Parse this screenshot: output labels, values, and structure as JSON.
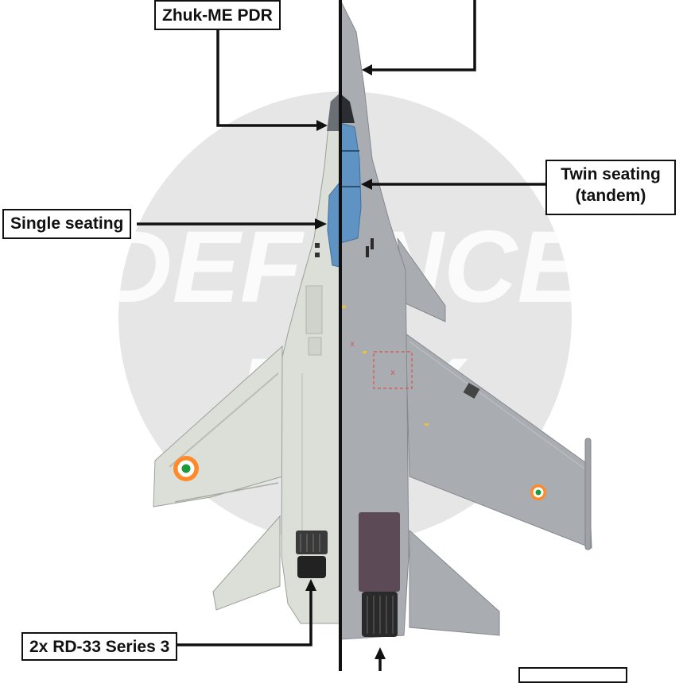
{
  "watermark": {
    "text_line1": "DEFENCE",
    "text_line2": "MAX"
  },
  "callouts": {
    "zhuk": "Zhuk-ME PDR",
    "twin_line1": "Twin seating",
    "twin_line2": "(tandem)",
    "single": "Single seating",
    "engine": "2x RD-33 Series 3"
  },
  "colors": {
    "mig_body": "#dcdfd8",
    "mig_shade": "#b9bdb5",
    "su_body": "#a9acb1",
    "su_shade": "#8f9398",
    "canopy": "#5f93c4",
    "roundel_outer": "#ff8a2a",
    "roundel_mid": "#ffffff",
    "roundel_inner": "#1a9a3a",
    "engine_dark": "#3a3a3a",
    "nozzle_su": "#5c4a56",
    "leader": "#111111"
  }
}
